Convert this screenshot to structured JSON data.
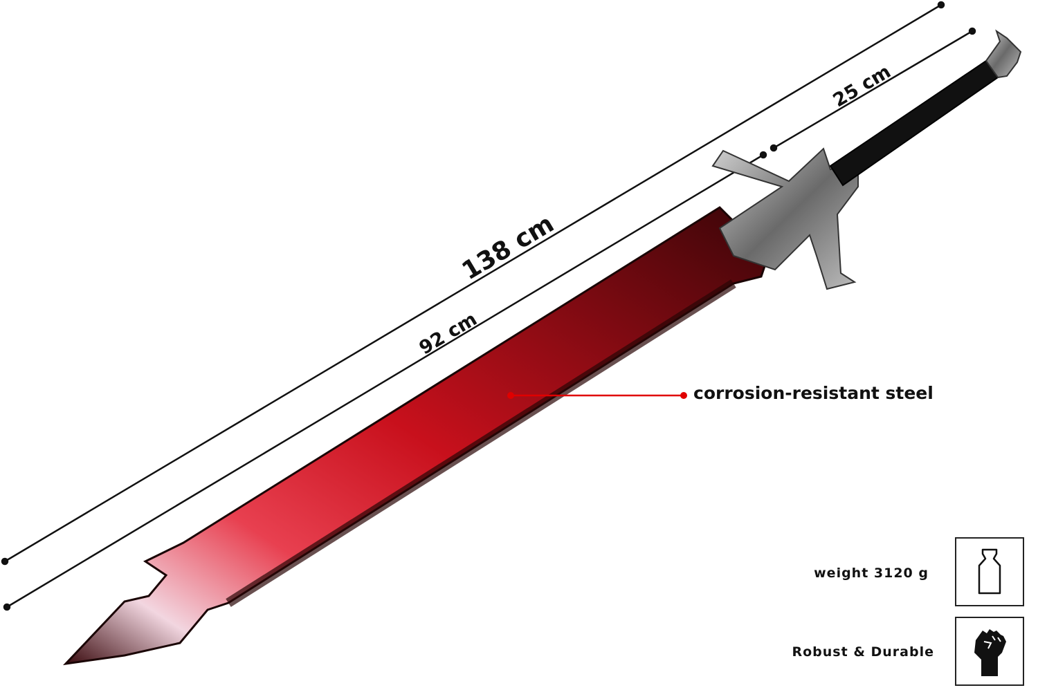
{
  "dimensions": {
    "total_length": "138 cm",
    "blade_length": "92 cm",
    "handle_length": "25 cm"
  },
  "callout": {
    "material": "corrosion-resistant steel",
    "color": "#e00000"
  },
  "features": [
    {
      "label": "weight 3120 g",
      "icon": "weight-icon"
    },
    {
      "label": "Robust & Durable",
      "icon": "fist-icon"
    }
  ],
  "colors": {
    "blade_red": "#c8101c",
    "blade_dark": "#1a0505",
    "handle": "#111111",
    "metal": "#8a8a8a"
  }
}
